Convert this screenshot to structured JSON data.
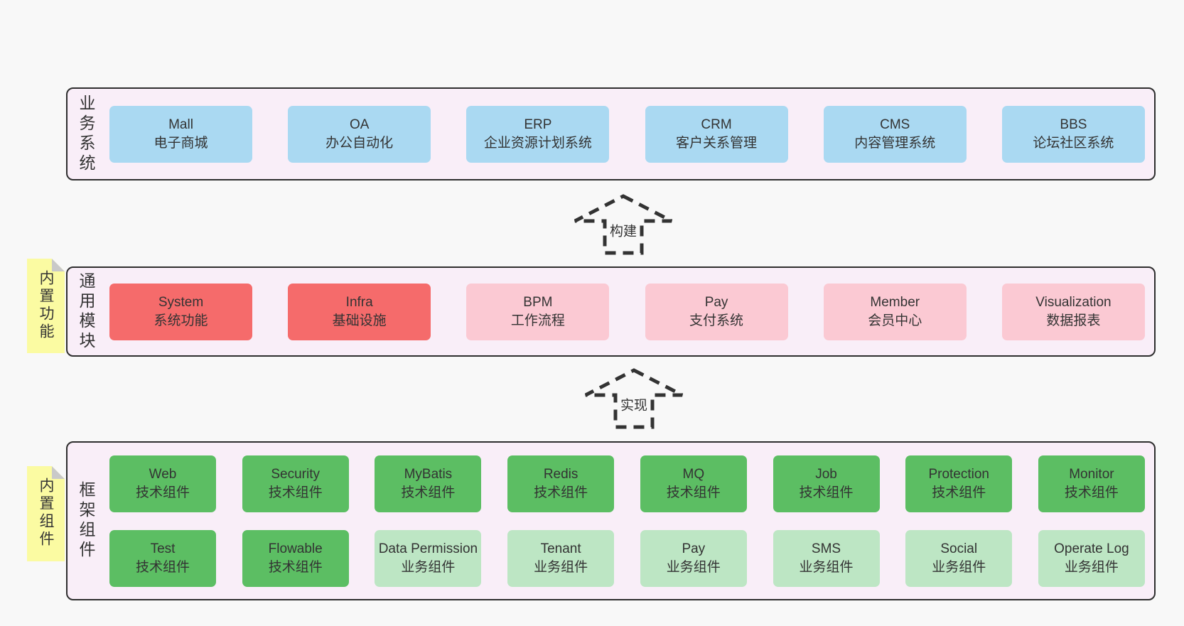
{
  "palette": {
    "page_bg": "#f8f8f8",
    "layer_bg": "#f9eef8",
    "layer_border": "#2e2e2e",
    "blue": "#aad9f2",
    "red": "#f56b6b",
    "pink": "#fbc9d3",
    "green": "#5cbe63",
    "green_light": "#bde6c4",
    "yellow": "#fbfba2",
    "fold": "#c9c9c9",
    "text": "#333333",
    "arrow": "#333333"
  },
  "arrows": [
    {
      "label": "构建"
    },
    {
      "label": "实现"
    }
  ],
  "layers": [
    {
      "title": "业务系统",
      "note": null,
      "rows": [
        [
          {
            "name": "Mall",
            "desc": "电子商城",
            "color": "blue"
          },
          {
            "name": "OA",
            "desc": "办公自动化",
            "color": "blue"
          },
          {
            "name": "ERP",
            "desc": "企业资源计划系统",
            "color": "blue"
          },
          {
            "name": "CRM",
            "desc": "客户关系管理",
            "color": "blue"
          },
          {
            "name": "CMS",
            "desc": "内容管理系统",
            "color": "blue"
          },
          {
            "name": "BBS",
            "desc": "论坛社区系统",
            "color": "blue"
          }
        ]
      ]
    },
    {
      "title": "通用模块",
      "note": "内置功能",
      "rows": [
        [
          {
            "name": "System",
            "desc": "系统功能",
            "color": "red"
          },
          {
            "name": "Infra",
            "desc": "基础设施",
            "color": "red"
          },
          {
            "name": "BPM",
            "desc": "工作流程",
            "color": "pink"
          },
          {
            "name": "Pay",
            "desc": "支付系统",
            "color": "pink"
          },
          {
            "name": "Member",
            "desc": "会员中心",
            "color": "pink"
          },
          {
            "name": "Visualization",
            "desc": "数据报表",
            "color": "pink"
          }
        ]
      ]
    },
    {
      "title": "框架组件",
      "note": "内置组件",
      "rows": [
        [
          {
            "name": "Web",
            "desc": "技术组件",
            "color": "green"
          },
          {
            "name": "Security",
            "desc": "技术组件",
            "color": "green"
          },
          {
            "name": "MyBatis",
            "desc": "技术组件",
            "color": "green"
          },
          {
            "name": "Redis",
            "desc": "技术组件",
            "color": "green"
          },
          {
            "name": "MQ",
            "desc": "技术组件",
            "color": "green"
          },
          {
            "name": "Job",
            "desc": "技术组件",
            "color": "green"
          },
          {
            "name": "Protection",
            "desc": "技术组件",
            "color": "green"
          },
          {
            "name": "Monitor",
            "desc": "技术组件",
            "color": "green"
          }
        ],
        [
          {
            "name": "Test",
            "desc": "技术组件",
            "color": "green"
          },
          {
            "name": "Flowable",
            "desc": "技术组件",
            "color": "green"
          },
          {
            "name": "Data Permission",
            "desc": "业务组件",
            "color": "green_light"
          },
          {
            "name": "Tenant",
            "desc": "业务组件",
            "color": "green_light"
          },
          {
            "name": "Pay",
            "desc": "业务组件",
            "color": "green_light"
          },
          {
            "name": "SMS",
            "desc": "业务组件",
            "color": "green_light"
          },
          {
            "name": "Social",
            "desc": "业务组件",
            "color": "green_light"
          },
          {
            "name": "Operate Log",
            "desc": "业务组件",
            "color": "green_light"
          }
        ]
      ]
    }
  ]
}
